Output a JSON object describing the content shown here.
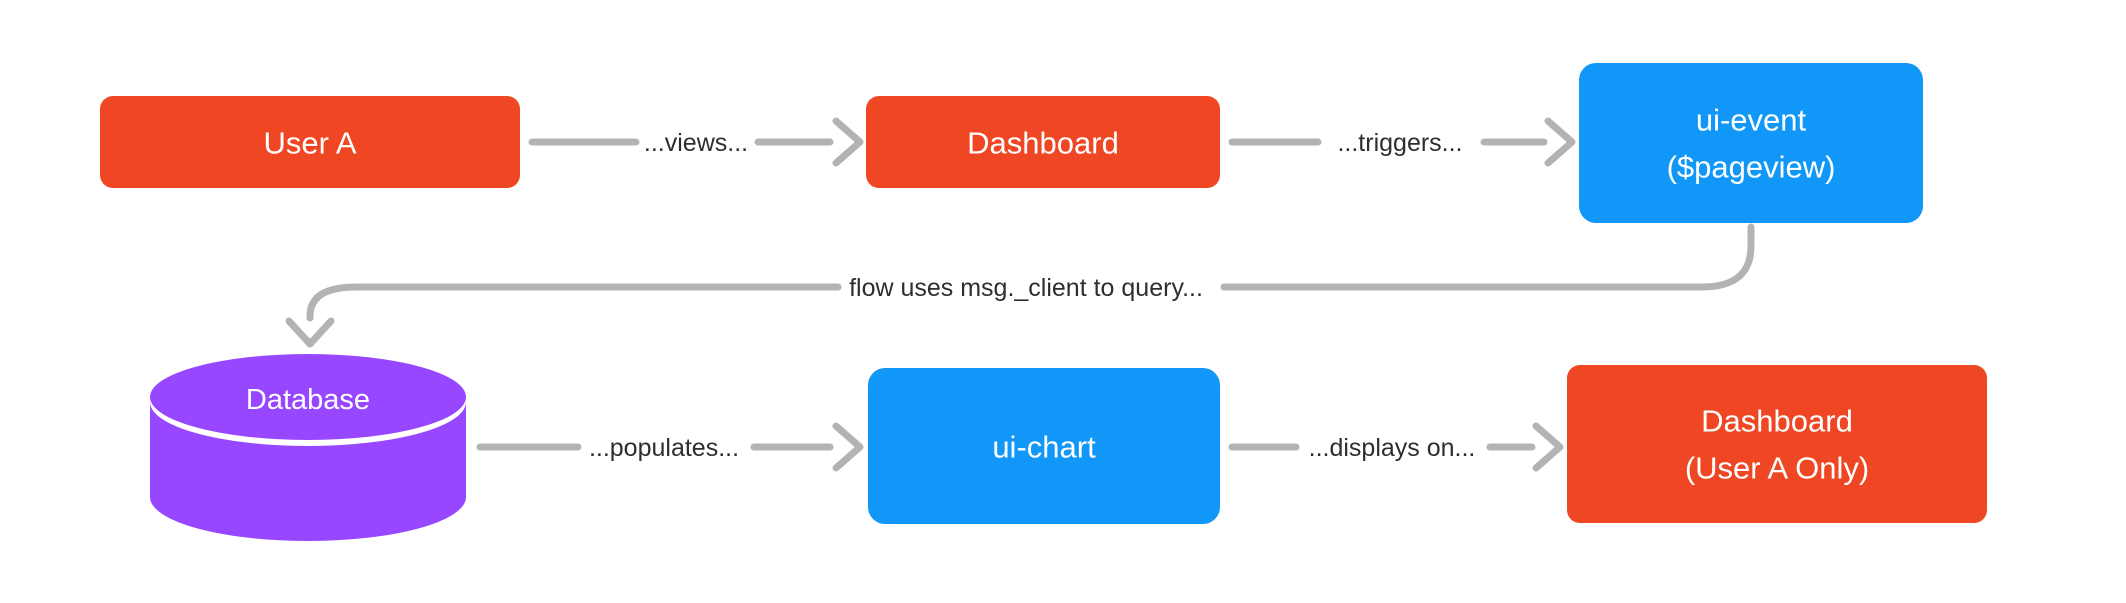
{
  "title": "Flow diagram: user pageview event populates a per-user dashboard chart",
  "colors": {
    "background": "#FFFFFF",
    "orange": "#EF4723",
    "blue": "#1097F8",
    "purple": "#9747FF",
    "edge": "#B3B3B3",
    "node_text": "#FFFFFF",
    "label_text": "#2E2E2E"
  },
  "nodes": {
    "user_a": {
      "label": "User A",
      "color": "#EF4723",
      "shape": "rect"
    },
    "dashboard": {
      "label": "Dashboard",
      "color": "#EF4723",
      "shape": "rect"
    },
    "ui_event": {
      "line1": "ui-event",
      "line2": "($pageview)",
      "color": "#1097F8",
      "shape": "rect"
    },
    "database": {
      "label": "Database",
      "color": "#9747FF",
      "shape": "cylinder"
    },
    "ui_chart": {
      "label": "ui-chart",
      "color": "#1097F8",
      "shape": "rect"
    },
    "dashboard_user_a": {
      "line1": "Dashboard",
      "line2": "(User A Only)",
      "color": "#EF4723",
      "shape": "rect"
    }
  },
  "edges": {
    "views": {
      "label": "...views...",
      "from": "user_a",
      "to": "dashboard"
    },
    "triggers": {
      "label": "...triggers...",
      "from": "dashboard",
      "to": "ui_event"
    },
    "query": {
      "label": "flow uses msg._client to query...",
      "from": "ui_event",
      "to": "database"
    },
    "populates": {
      "label": "...populates...",
      "from": "database",
      "to": "ui_chart"
    },
    "displays_on": {
      "label": "...displays on...",
      "from": "ui_chart",
      "to": "dashboard_user_a"
    }
  }
}
